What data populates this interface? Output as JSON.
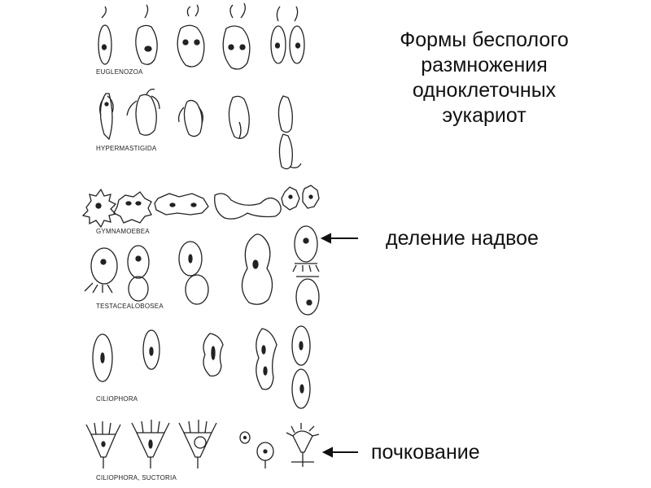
{
  "title_lines": [
    "Формы бесполого",
    "размножения",
    "одноклеточных",
    "эукариот"
  ],
  "rows": [
    {
      "label": "EUGLENOZOA"
    },
    {
      "label": "HYPERMASTIGIDA"
    },
    {
      "label": "GYMNAMOEBEA"
    },
    {
      "label": "TESTACEALOBOSEA"
    },
    {
      "label": "CILIOPHORA"
    },
    {
      "label": "CILIOPHORA, SUCTORIA"
    }
  ],
  "annotations": {
    "binary_fission": "деление надвое",
    "budding": "почкование"
  }
}
